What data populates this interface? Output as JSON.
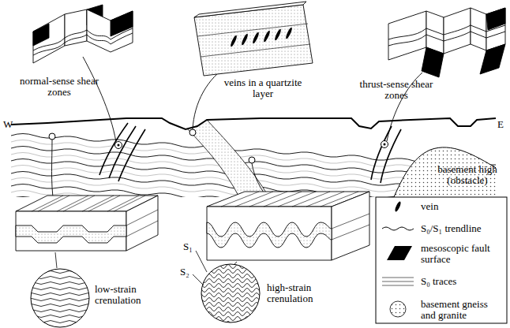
{
  "diagram": {
    "labels": [
      "normal-sense shear zones",
      "veins in a quartzite layer",
      "thrust-sense shear zones",
      "W",
      "E",
      "basement high (obstacle)",
      "low-strain crenulation",
      "S₁",
      "S₂",
      "high-strain crenulation"
    ],
    "legend": [
      {
        "text": "vein"
      },
      {
        "text": "S₀/S₁ trendline"
      },
      {
        "text": "mesoscopic fault surface"
      },
      {
        "text": "S₀ traces"
      },
      {
        "text": "basement gneiss and granite"
      }
    ]
  }
}
